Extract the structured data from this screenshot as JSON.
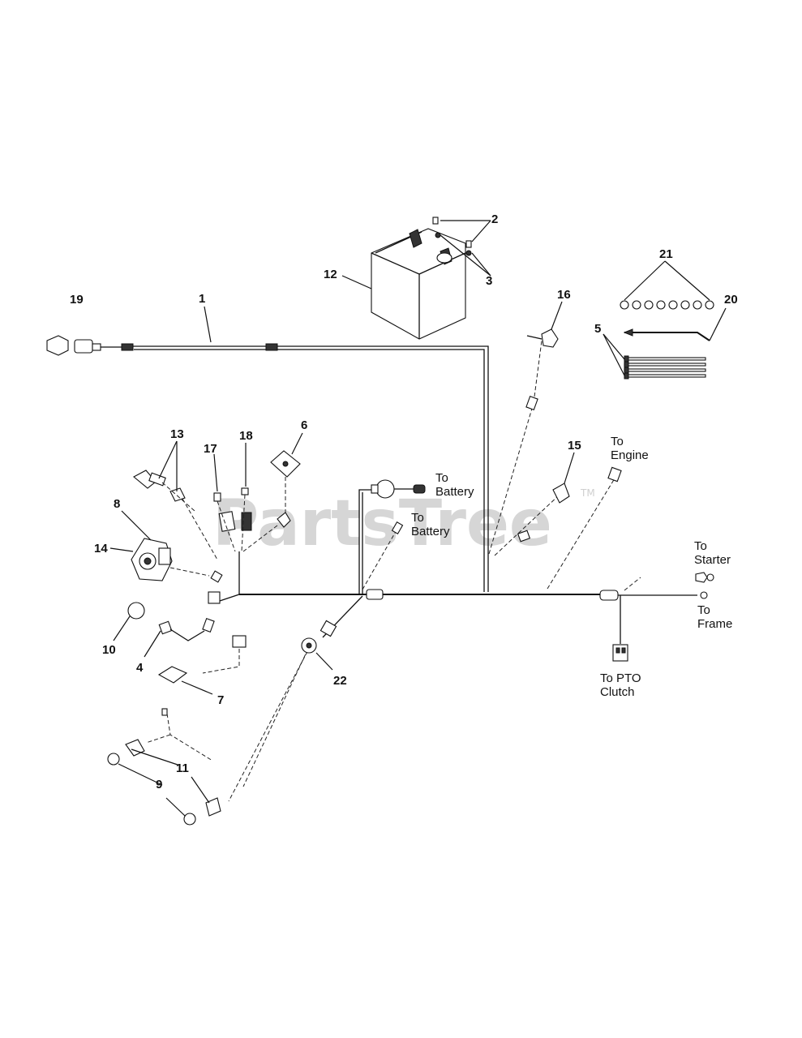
{
  "watermark": {
    "text": "PartsTree",
    "tm": "TM"
  },
  "callouts": [
    {
      "id": "c1",
      "text": "1"
    },
    {
      "id": "c2",
      "text": "2"
    },
    {
      "id": "c3",
      "text": "3"
    },
    {
      "id": "c4",
      "text": "4"
    },
    {
      "id": "c5",
      "text": "5"
    },
    {
      "id": "c6",
      "text": "6"
    },
    {
      "id": "c7",
      "text": "7"
    },
    {
      "id": "c8",
      "text": "8"
    },
    {
      "id": "c9",
      "text": "9"
    },
    {
      "id": "c10",
      "text": "10"
    },
    {
      "id": "c11",
      "text": "11"
    },
    {
      "id": "c12",
      "text": "12"
    },
    {
      "id": "c13",
      "text": "13"
    },
    {
      "id": "c14",
      "text": "14"
    },
    {
      "id": "c15",
      "text": "15"
    },
    {
      "id": "c16",
      "text": "16"
    },
    {
      "id": "c17",
      "text": "17"
    },
    {
      "id": "c18",
      "text": "18"
    },
    {
      "id": "c19",
      "text": "19"
    },
    {
      "id": "c20",
      "text": "20"
    },
    {
      "id": "c21",
      "text": "21"
    },
    {
      "id": "c22",
      "text": "22"
    }
  ],
  "labels": {
    "to_battery_1": [
      "To",
      "Battery"
    ],
    "to_battery_2": [
      "To",
      "Battery"
    ],
    "to_engine": [
      "To",
      "Engine"
    ],
    "to_starter": [
      "To",
      "Starter"
    ],
    "to_frame": [
      "To",
      "Frame"
    ],
    "to_pto_clutch": [
      "To PTO",
      "Clutch"
    ]
  }
}
